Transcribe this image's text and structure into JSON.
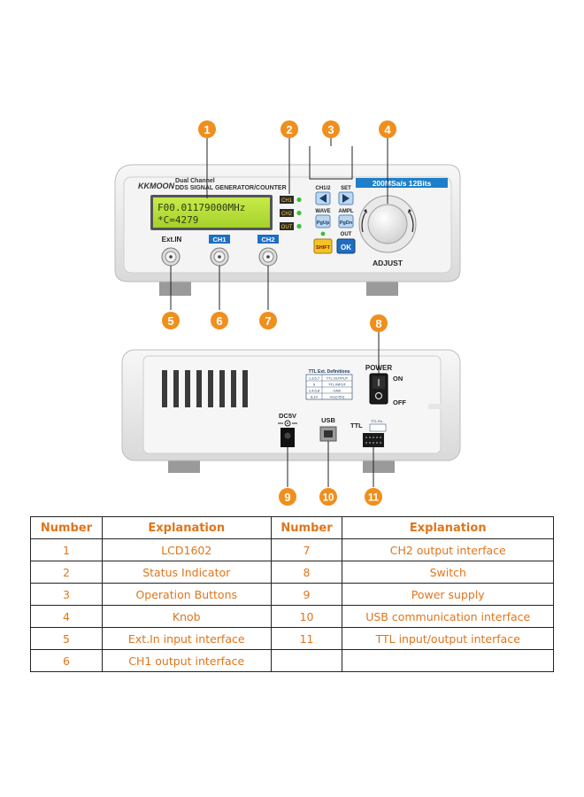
{
  "callouts": [
    "1",
    "2",
    "3",
    "4",
    "5",
    "6",
    "7",
    "8",
    "9",
    "10",
    "11"
  ],
  "front_panel": {
    "brand": "KKMOON",
    "title_line1": "Dual Channel",
    "title_line2": "DDS SIGNAL GENERATOR/COUNTER",
    "spec_badge": "200MSa/s 12Bits",
    "lcd_line1": "F00.01179000MHz",
    "lcd_line2": "*C=4279",
    "ind_ch1": "CH1",
    "ind_ch2": "CH2",
    "ind_out": "OUT",
    "label_ch12": "CH1/2",
    "label_set": "SET",
    "label_wave": "WAVE",
    "label_ampl": "AMPL",
    "btn_pgup": "PgUp",
    "btn_pgdn": "PgDn",
    "label_out": "OUT",
    "btn_shift": "SHIFT",
    "btn_ok": "OK",
    "label_adjust": "ADJUST",
    "label_extin": "Ext.IN",
    "label_ch1": "CH1",
    "label_ch2": "CH2"
  },
  "back_panel": {
    "power_title": "POWER",
    "power_on": "ON",
    "power_off": "OFF",
    "dc_label": "DC5V",
    "usb_label": "USB",
    "ttl_label": "TTL",
    "ttl_small": "TTL Ex.",
    "ttl_table": {
      "title": "TTL Ext. Definitions",
      "rows": [
        [
          "1,3,5,7",
          "TTL OUTPUT"
        ],
        [
          "9",
          "TTL INPUT"
        ],
        [
          "2,4,6,8",
          "GND"
        ],
        [
          "8,10",
          "Vcc(+5V)"
        ]
      ]
    }
  },
  "table": {
    "headers": [
      "Number",
      "Explanation",
      "Number",
      "Explanation"
    ],
    "rows": [
      [
        "1",
        "LCD1602",
        "7",
        "CH2 output interface"
      ],
      [
        "2",
        "Status Indicator",
        "8",
        "Switch"
      ],
      [
        "3",
        "Operation Buttons",
        "9",
        "Power supply"
      ],
      [
        "4",
        "Knob",
        "10",
        "USB communication interface"
      ],
      [
        "5",
        "Ext.In input interface",
        "11",
        "TTL input/output interface"
      ],
      [
        "6",
        "CH1 output interface",
        "",
        ""
      ]
    ]
  }
}
